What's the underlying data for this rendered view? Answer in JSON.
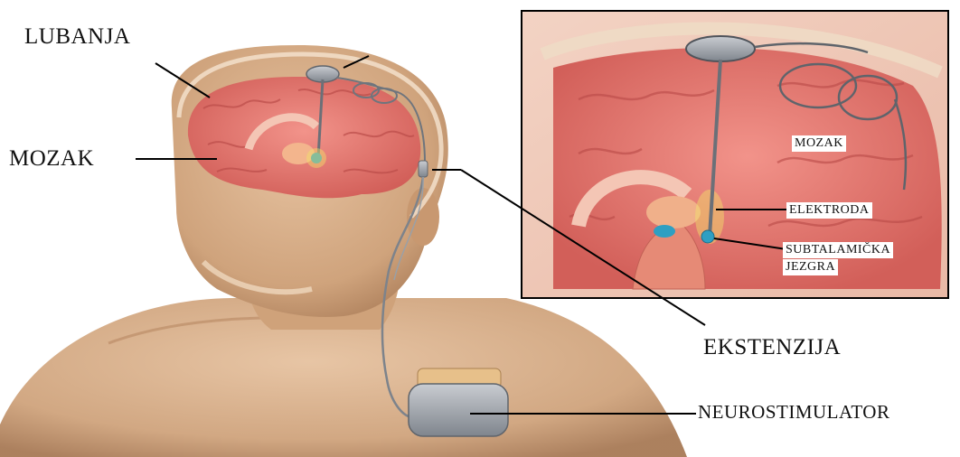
{
  "labels": {
    "lubanja": "LUBANJA",
    "mozak": "MOZAK",
    "ekstenzija": "EKSTENZIJA",
    "neurostimulator": "NEUROSTIMULATOR",
    "inset_mozak": "MOZAK",
    "elektroda": "ELEKTRODA",
    "subtalamicka_line1": "SUBTALAMIČKA",
    "subtalamicka_line2": "JEZGRA"
  },
  "colors": {
    "skin": "#d9b28c",
    "brain": "#e0736b",
    "brain_dark": "#c94f4c",
    "skull": "#f0ddc4",
    "device": "#9a9fa6",
    "nucleus": "#2e9fc2",
    "leader": "#000000"
  }
}
